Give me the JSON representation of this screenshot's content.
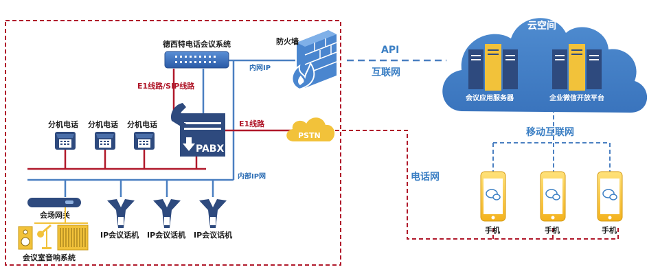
{
  "left_box": {
    "conference_system": "德西特电话会议系统",
    "firewall": "防火墙",
    "inner_ip": "内网IP",
    "e1_sip": "E1线路/SIP线路",
    "e1": "E1线路",
    "pstn": "PSTN",
    "pabx": "PABX",
    "internal_ip_net": "内部IP网",
    "ext_phone_1": "分机电话",
    "ext_phone_2": "分机电话",
    "ext_phone_3": "分机电话",
    "venue_gateway": "会场网关",
    "audio_system": "会议室音响系统",
    "ip_phone_1": "IP会议话机",
    "ip_phone_2": "IP会议话机",
    "ip_phone_3": "IP会议话机"
  },
  "middle": {
    "api": "API",
    "internet": "互联网",
    "phone_network": "电话网"
  },
  "cloud": {
    "title": "云空间",
    "app_server": "会议应用服务器",
    "wecom": "企业微信开放平台"
  },
  "mobile": {
    "network": "移动互联网",
    "phone_1": "手机",
    "phone_2": "手机",
    "phone_3": "手机"
  },
  "colors": {
    "red": "#b0182a",
    "blue": "#4a7fc1",
    "navy": "#2e4a7e",
    "gold": "#f2c23a"
  }
}
